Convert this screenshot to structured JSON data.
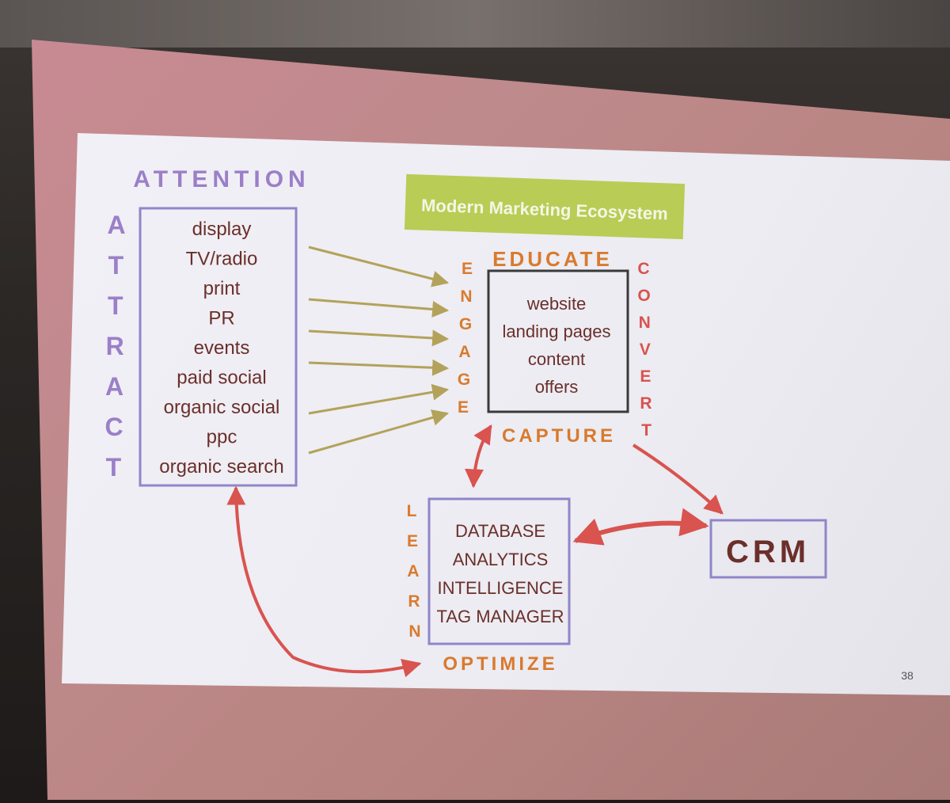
{
  "slide": {
    "title": "Modern Marketing Ecosystem",
    "page_number": "38"
  },
  "attract": {
    "heading": "ATTENTION",
    "side_letters": [
      "A",
      "T",
      "T",
      "R",
      "A",
      "C",
      "T"
    ],
    "items": [
      "display",
      "TV/radio",
      "print",
      "PR",
      "events",
      "paid social",
      "organic social",
      "ppc",
      "organic search"
    ]
  },
  "educate": {
    "heading": "EDUCATE",
    "footer": "CAPTURE",
    "engage_letters": [
      "E",
      "N",
      "G",
      "A",
      "G",
      "E"
    ],
    "convert_letters": [
      "C",
      "O",
      "N",
      "V",
      "E",
      "R",
      "T"
    ],
    "items": [
      "website",
      "landing pages",
      "content",
      "offers"
    ]
  },
  "learn": {
    "footer": "OPTIMIZE",
    "side_letters": [
      "L",
      "E",
      "A",
      "R",
      "N"
    ],
    "items": [
      "DATABASE",
      "ANALYTICS",
      "INTELLIGENCE",
      "TAG MANAGER"
    ]
  },
  "crm": {
    "label": "CRM"
  },
  "colors": {
    "purple": "#9b7fc8",
    "box_border": "#8f86c9",
    "orange": "#d97a2e",
    "red": "#d9534f",
    "olive_arrow": "#b3a25a",
    "text": "#6b2f2a",
    "title_bg": "#b9cc55"
  }
}
